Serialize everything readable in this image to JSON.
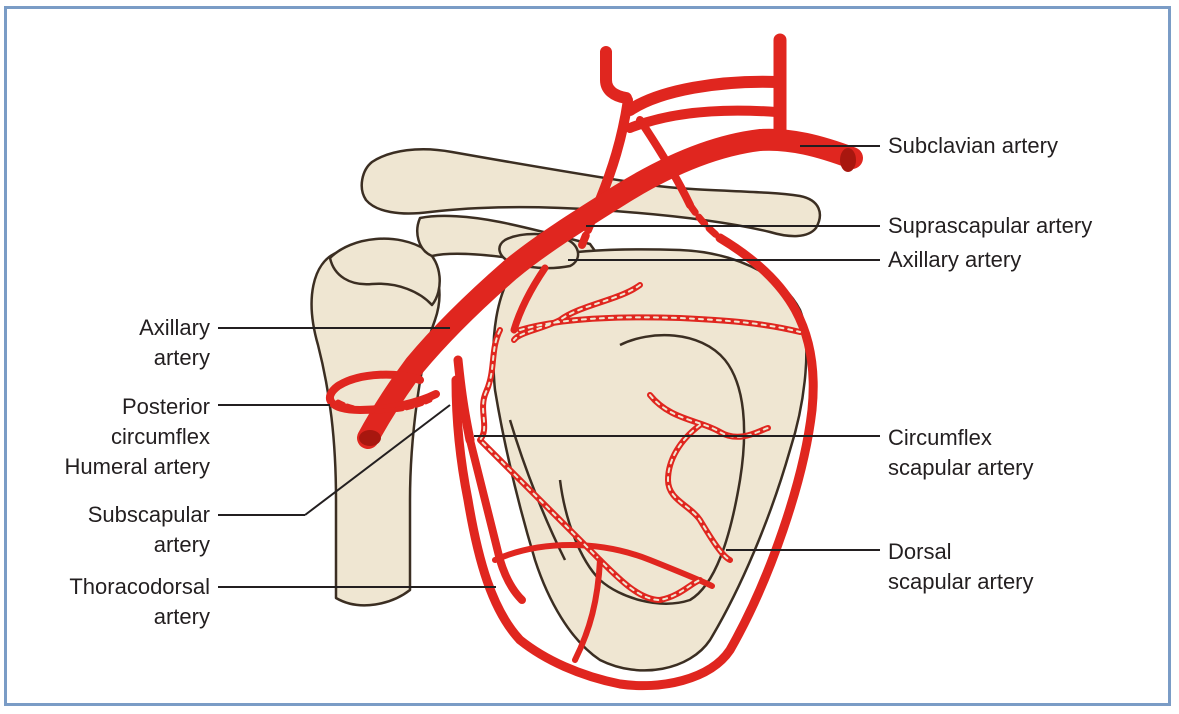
{
  "colors": {
    "bone_fill": "#efe6d2",
    "bone_outline": "#3b2e22",
    "artery": "#e0261f",
    "artery_dark": "#a8170f",
    "leader_line": "#231f20",
    "frame_border": "#7a9cc6"
  },
  "labels": {
    "subclavian": "Subclavian artery",
    "suprascapular": "Suprascapular artery",
    "axillary_right": "Axillary artery",
    "axillary_left": [
      "Axillary",
      "artery"
    ],
    "posterior_circumflex": [
      "Posterior",
      "circumflex",
      "Humeral artery"
    ],
    "subscapular": [
      "Subscapular",
      "artery"
    ],
    "thoracodorsal": [
      "Thoracodorsal",
      "artery"
    ],
    "circumflex_scapular": [
      "Circumflex",
      "scapular artery"
    ],
    "dorsal_scapular": [
      "Dorsal",
      "scapular artery"
    ]
  }
}
